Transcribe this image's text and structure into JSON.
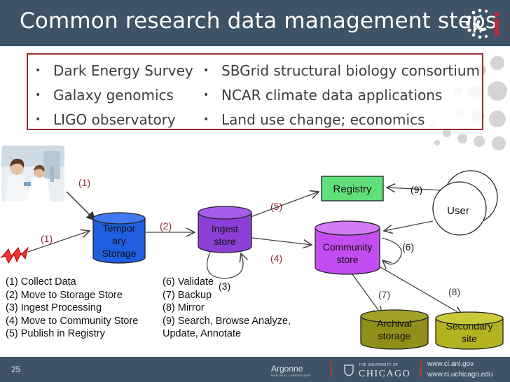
{
  "slide": {
    "title": "Common research data management steps",
    "page_number": "25"
  },
  "bullets": {
    "left": [
      "Dark Energy Survey",
      "Galaxy genomics",
      "LIGO observatory"
    ],
    "right": [
      "SBGrid structural biology consortium",
      "NCAR climate data applications",
      "Land use change; economics"
    ]
  },
  "diagram": {
    "nodes": {
      "temporary_storage": [
        "Tempor",
        "ary",
        "Storage"
      ],
      "ingest_store": [
        "Ingest",
        "store"
      ],
      "registry": "Registry",
      "community_store": [
        "Community",
        "store"
      ],
      "user": "User",
      "archival_storage": [
        "Archival",
        "storage"
      ],
      "secondary_site": [
        "Secondary",
        "site"
      ]
    },
    "edge_labels": {
      "e1_top": "(1)",
      "e1_left": "(1)",
      "e2": "(2)",
      "e3": "(3)",
      "e4": "(4)",
      "e5": "(5)",
      "e6": "(6)",
      "e7": "(7)",
      "e8": "(8)",
      "e9": "(9)"
    },
    "legend_left": [
      "(1) Collect Data",
      "(2) Move to Storage Store",
      "(3) Ingest Processing",
      "(4) Move to Community Store",
      "(5) Publish in Registry"
    ],
    "legend_right": [
      "(6) Validate",
      "(7) Backup",
      "(8) Mirror",
      "(9) Search, Browse Analyze,",
      "Update, Annotate"
    ]
  },
  "footer": {
    "argonne": "Argonne",
    "argonne_sub": "NATIONAL LABORATORY",
    "uchicago_small": "THE UNIVERSITY OF",
    "uchicago_big": "CHICAGO",
    "url1": "www.ci.anl.gov",
    "url2": "www.ci.uchicago.edu"
  },
  "colors": {
    "header_bg": "#3e5466",
    "box_border": "#9b2d2d",
    "temp_storage": "#1f5fe0",
    "ingest": "#8b3fd6",
    "community": "#c24df0",
    "registry": "#5fe07a",
    "archival": "#8f8f1a",
    "secondary": "#b3b31f"
  }
}
